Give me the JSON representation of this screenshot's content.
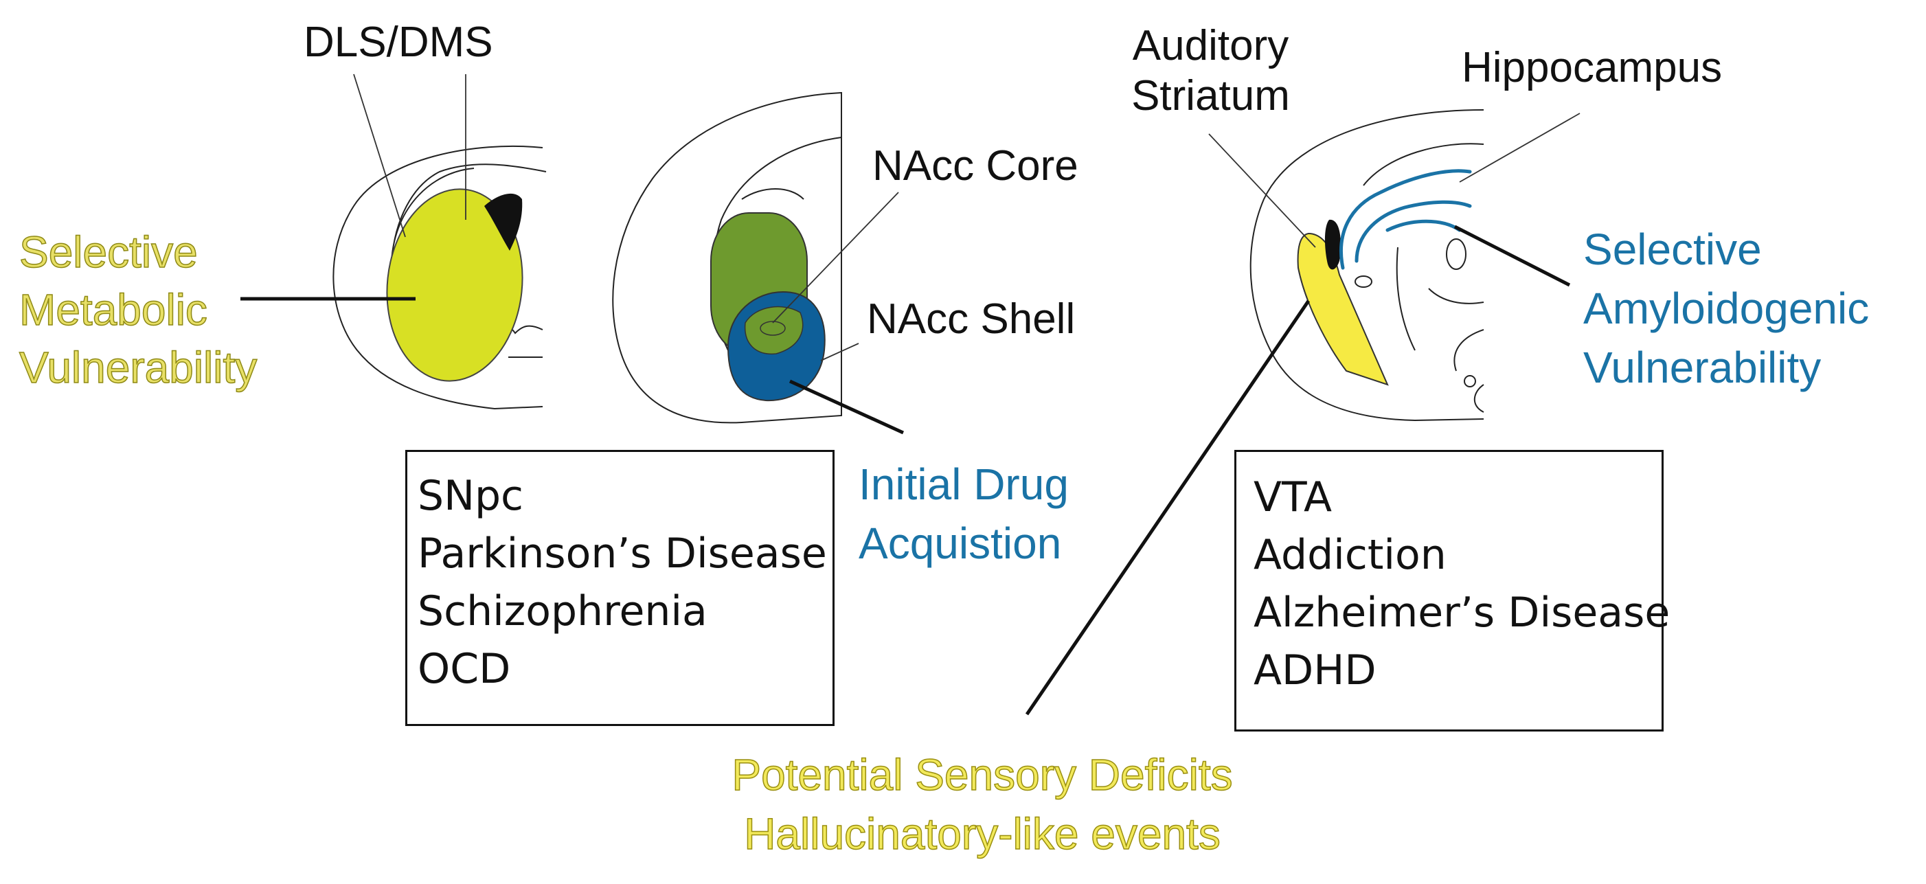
{
  "labels": {
    "dls_dms": "DLS/DMS",
    "nacc_core": "NAcc Core",
    "nacc_shell": "NAcc Shell",
    "auditory_striatum": [
      "Auditory",
      "Striatum"
    ],
    "hippocampus": "Hippocampus"
  },
  "annotations": {
    "metabolic": [
      "Selective",
      "Metabolic",
      "Vulnerability"
    ],
    "drug": [
      "Initial Drug",
      "Acquistion"
    ],
    "amyloid": [
      "Selective",
      "Amyloidogenic",
      "Vulnerability"
    ],
    "sensory": [
      "Potential Sensory Deficits",
      "Hallucinatory-like events"
    ]
  },
  "boxes": {
    "left": [
      "SNpc",
      "Parkinson’s Disease",
      "Schizophrenia",
      "OCD"
    ],
    "right": [
      "VTA",
      "Addiction",
      "Alzheimer’s Disease",
      "ADHD"
    ]
  },
  "colors": {
    "metabolic_yellow": "#d8e024",
    "auditory_yellow": "#f6ea43",
    "core_green": "#6e9a2e",
    "shell_blue": "#0e5f99",
    "hippocampus_blue": "#1a73a6",
    "outline": "#222222"
  }
}
